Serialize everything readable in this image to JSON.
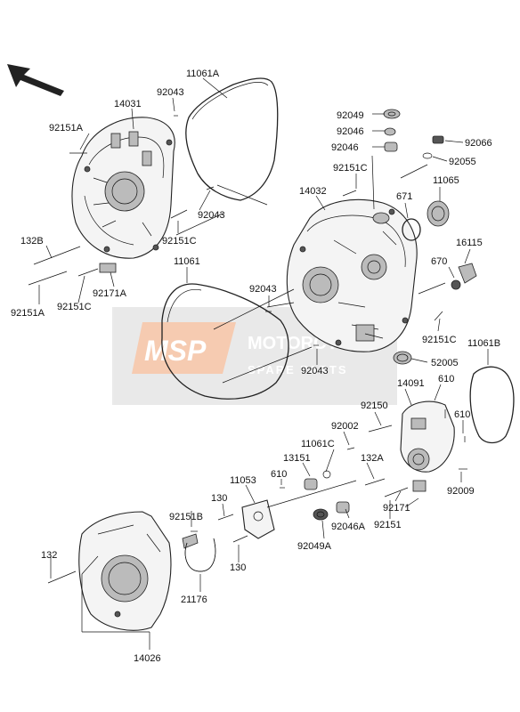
{
  "watermark": {
    "logo_text": "MSP",
    "line1": "MOTORCYCLE",
    "line2": "SPARE PARTS",
    "color": "#e9a27c"
  },
  "parts": {
    "p11061A": "11061A",
    "p92043_top": "92043",
    "p14031": "14031",
    "p92151A_top": "92151A",
    "p92043_mid": "92043",
    "p132B": "132B",
    "p92151C_left": "92151C",
    "p92151A_bot": "92151A",
    "p92151C_bot": "92151C",
    "p92171A": "92171A",
    "p11061": "11061",
    "p92043_c": "92043",
    "p92043_d": "92043",
    "p92049": "92049",
    "p92046_a": "92046",
    "p92046_b": "92046",
    "p92066": "92066",
    "p92055": "92055",
    "p92151C_r1": "92151C",
    "p14032": "14032",
    "p671": "671",
    "p11065": "11065",
    "p16115": "16115",
    "p670": "670",
    "p92151C_r2": "92151C",
    "p11061B": "11061B",
    "p52005": "52005",
    "p14091": "14091",
    "p610_a": "610",
    "p92150": "92150",
    "p610_b": "610",
    "p92002": "92002",
    "p11061C": "11061C",
    "p13151": "13151",
    "p132A": "132A",
    "p92009": "92009",
    "p11053": "11053",
    "p610_c": "610",
    "p92171": "92171",
    "p130_a": "130",
    "p92151B": "92151B",
    "p92046A": "92046A",
    "p92151": "92151",
    "p92049A": "92049A",
    "p132": "132",
    "p130_b": "130",
    "p21176": "21176",
    "p14026": "14026"
  }
}
